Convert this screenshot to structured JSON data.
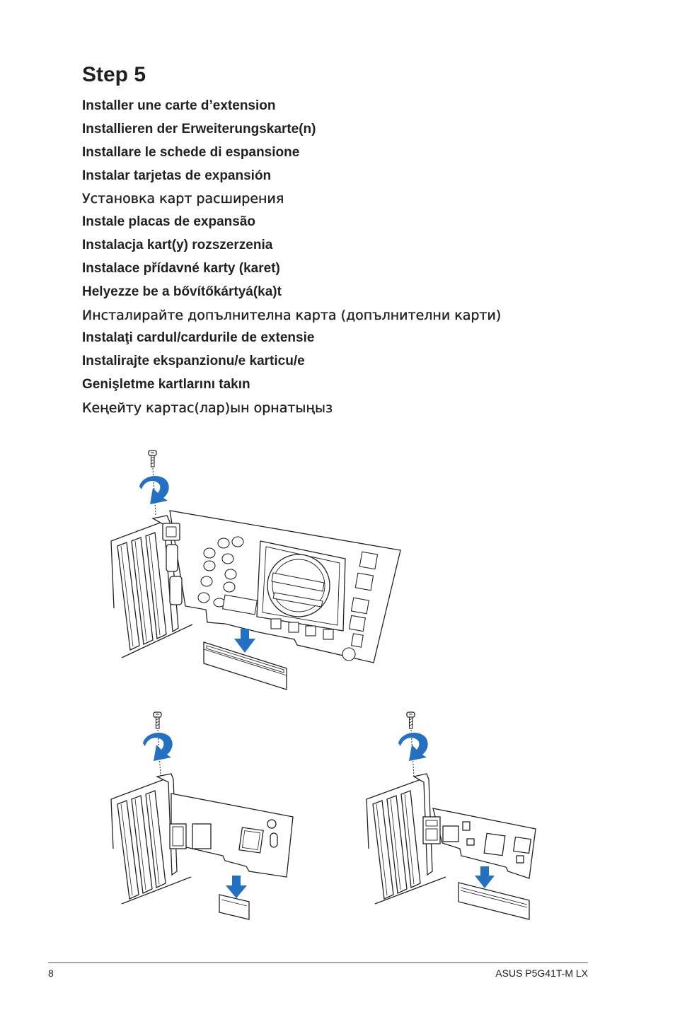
{
  "page": {
    "title": "Step 5",
    "instructions": [
      "Installer une carte d’extension",
      "Installieren der Erweiterungskarte(n)",
      "Installare le schede di espansione",
      "Instalar tarjetas de expansión",
      "Установка карт расширения",
      "Instale placas de expansão",
      "Instalacja kart(y) rozszerzenia",
      "Instalace přídavné karty (karet)",
      "Helyezze be a bővítőkártyá(ka)t",
      "Инсталирайте допълнителна карта (допълнителни карти)",
      "Instalaţi cardul/cardurile de extensie",
      "Instalirajte ekspanzionu/e karticu/e",
      "Genişletme kartlarını takın",
      "Кеңейту картас(лар)ын орнатыңыз"
    ]
  },
  "footer": {
    "page_number": "8",
    "product": "ASUS P5G41T-M LX"
  },
  "colors": {
    "text": "#231f20",
    "arrow_blue": "#2470c2",
    "rule": "#a6a6a6"
  },
  "icons": [
    "screw-icon",
    "rotate-arrow-icon",
    "down-arrow-icon"
  ]
}
